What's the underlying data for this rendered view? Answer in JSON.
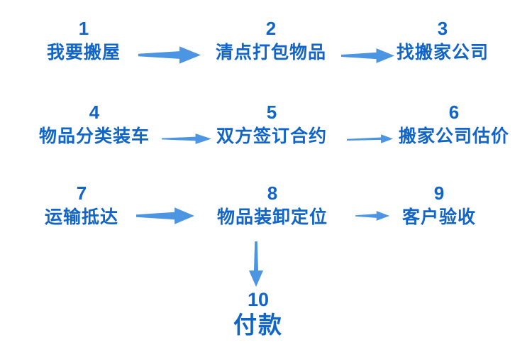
{
  "diagram": {
    "colors": {
      "step_text": "#1165c8",
      "arrow": "#4b95e2"
    },
    "steps": [
      {
        "number": "1",
        "label": "我要搬屋"
      },
      {
        "number": "2",
        "label": "清点打包物品"
      },
      {
        "number": "3",
        "label": "找搬家公司"
      },
      {
        "number": "4",
        "label": "物品分类装车"
      },
      {
        "number": "5",
        "label": "双方签订合约"
      },
      {
        "number": "6",
        "label": "搬家公司估价"
      },
      {
        "number": "7",
        "label": "运输抵达"
      },
      {
        "number": "8",
        "label": "物品装卸定位"
      },
      {
        "number": "9",
        "label": "客户验收"
      },
      {
        "number": "10",
        "label": "付款"
      }
    ],
    "connections": [
      {
        "from": "1",
        "to": "2",
        "direction": "right"
      },
      {
        "from": "2",
        "to": "3",
        "direction": "right"
      },
      {
        "from": "4",
        "to": "5",
        "direction": "right"
      },
      {
        "from": "5",
        "to": "6",
        "direction": "right"
      },
      {
        "from": "7",
        "to": "8",
        "direction": "right"
      },
      {
        "from": "8",
        "to": "9",
        "direction": "right"
      },
      {
        "from": "8",
        "to": "10",
        "direction": "down"
      }
    ]
  }
}
